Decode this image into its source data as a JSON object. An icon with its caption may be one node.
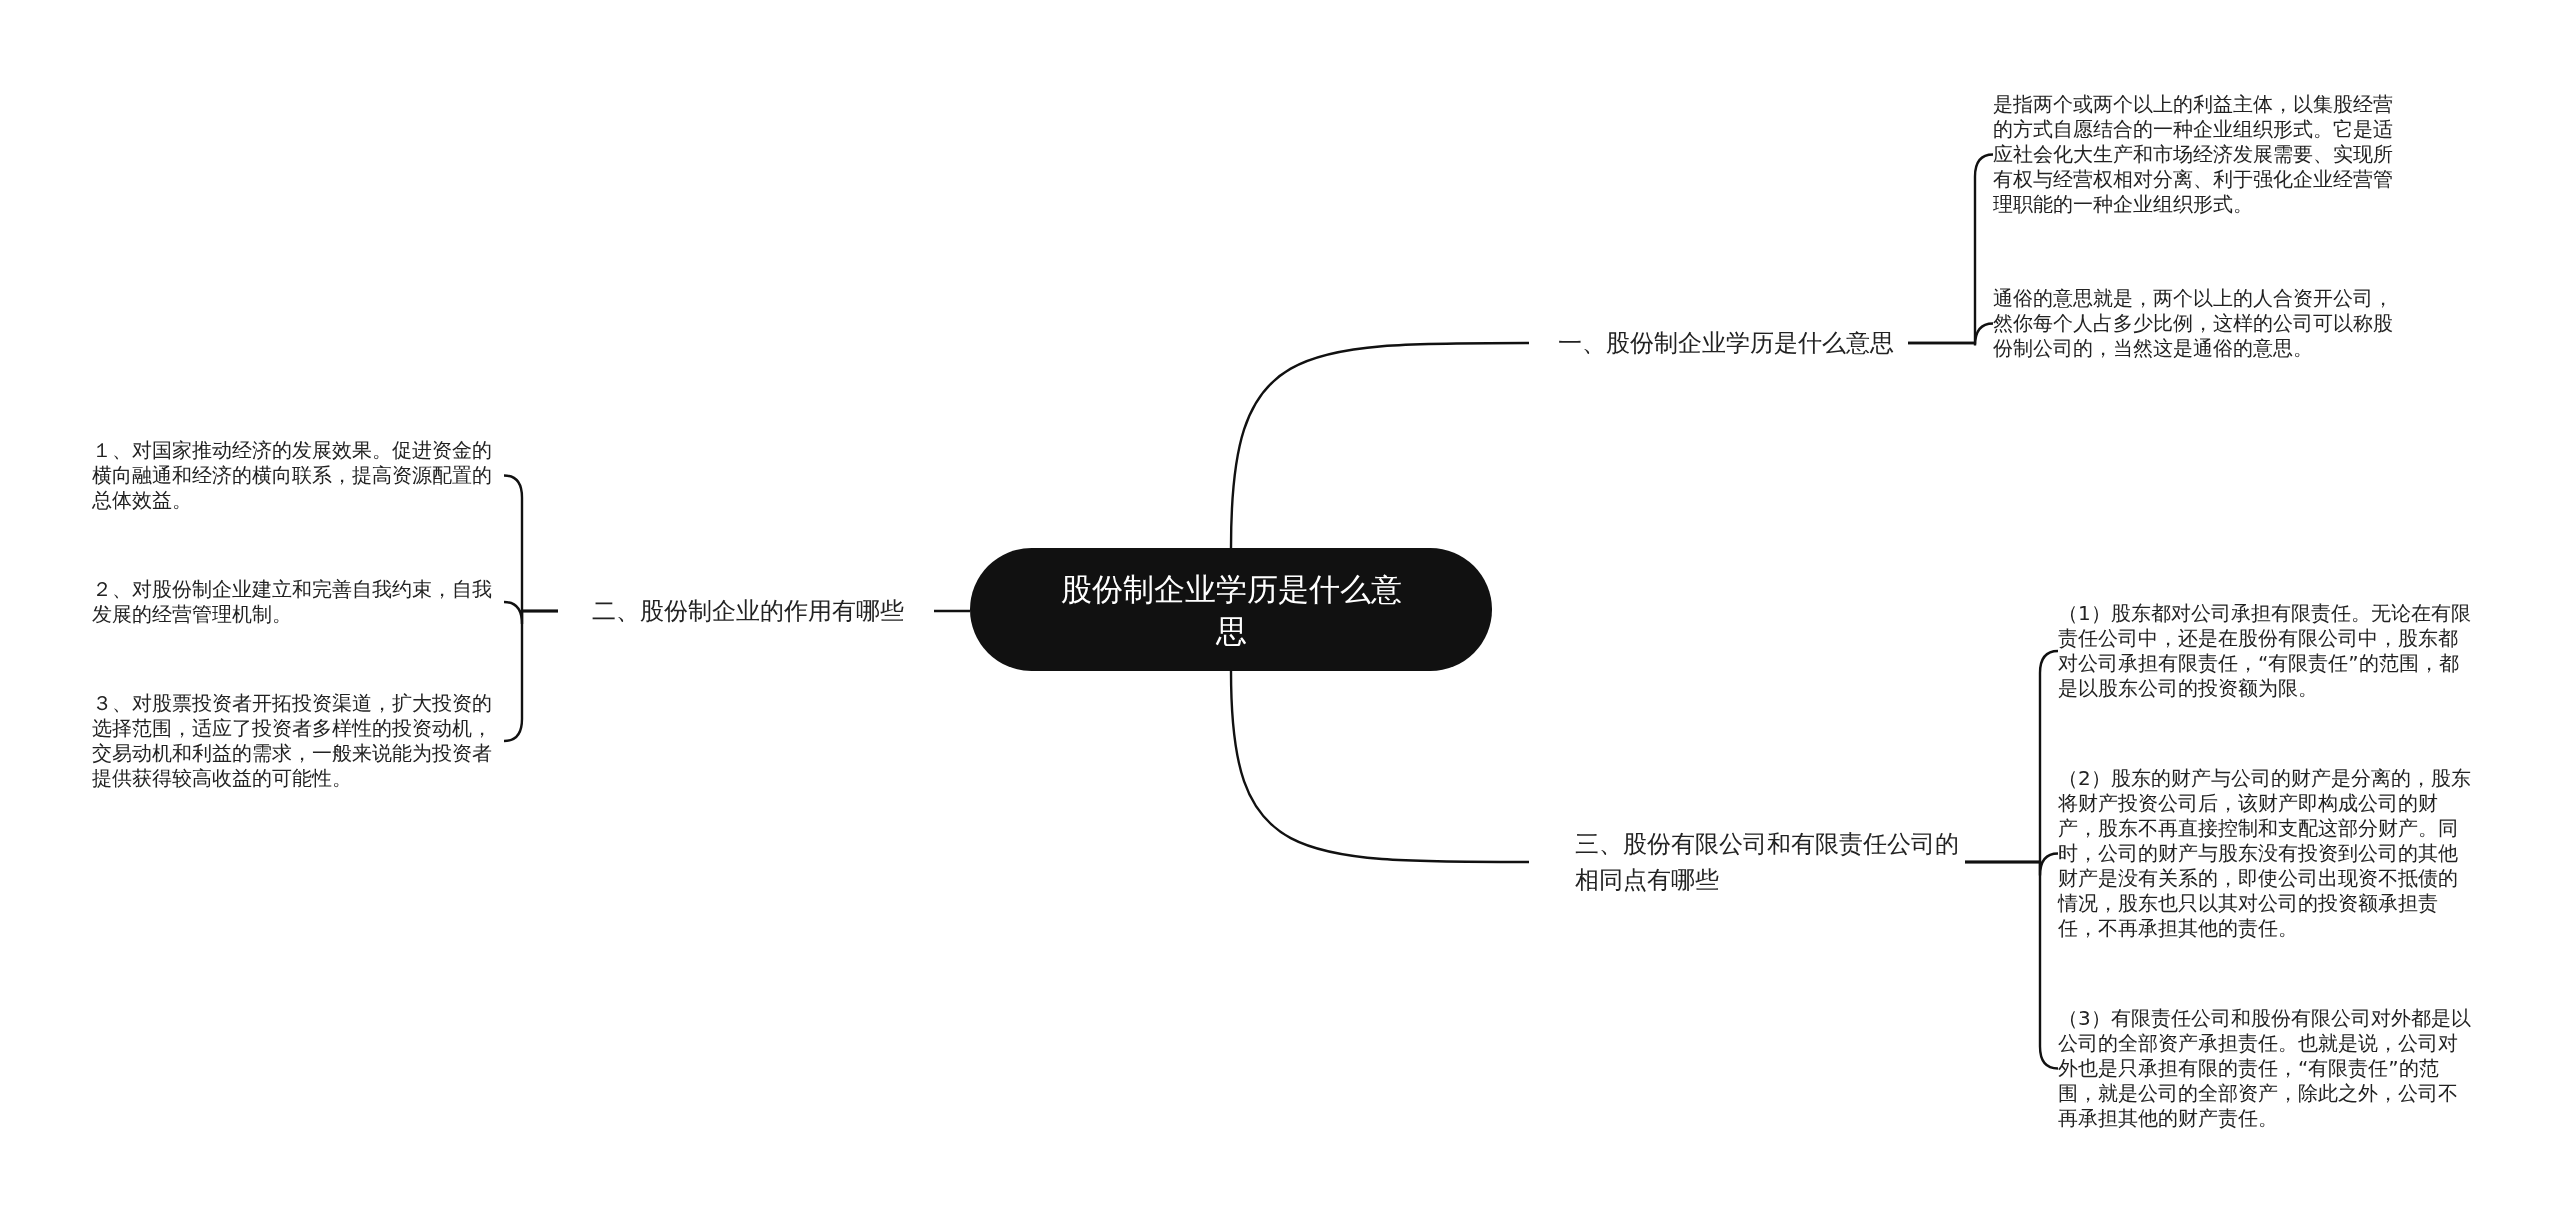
{
  "diagram": {
    "nodes": [
      {
        "text": [
          "股份制企业学历是什么意思"
        ]
      },
      {
        "text": [
          "一、股份制企业学历是什么意思"
        ]
      },
      {
        "text": [
          "是指两个或两个以上的利益主体，以集股经营的方式自愿结合的一种企业组织形式。它是适应社会化大生产和市场经济发展需要、实现所有权与经营权相对分离、利于强化企业经营管理职能的一种企业组织形式。"
        ]
      },
      {
        "text": [
          "通俗的意思就是，两个以上的人合资开公司，然你每个人占多少比例，这样的公司可以称股份制公司的，当然这是通俗的意思。"
        ]
      },
      {
        "text": [
          "二、股份制企业的作用有哪些"
        ]
      },
      {
        "text": [
          "１、对国家推动经济的发展效果。促进资金的横向融通和经济的横向联系，提高资源配置的总体效益。"
        ]
      },
      {
        "text": [
          "２、对股份制企业建立和完善自我约束，自我发展的经营管理机制。"
        ]
      },
      {
        "text": [
          "３、对股票投资者开拓投资渠道，扩大投资的选择范围，适应了投资者多样性的投资动机，交易动机和利益的需求，一般来说能为投资者提供获得较高收益的可能性。"
        ]
      },
      {
        "text": [
          "三、股份有限公司和有限责任公司的相同点有哪些"
        ]
      },
      {
        "text": [
          "（1）股东都对公司承担有限责任。无论在有限责任公司中，还是在股份有限公司中，股东都对公司承担有限责任，“有限责任”的范围，都是以股东公司的投资额为限。"
        ]
      },
      {
        "text": [
          "（2）股东的财产与公司的财产是分离的，股东将财产投资公司后，该财产即构成公司的财产，股东不再直接控制和支配这部分财产。同时，公司的财产与股东没有投资到公司的其他财产是没有关系的，即使公司出现资不抵债的情况，股东也只以其对公司的投资额承担责任，不再承担其他的责任。"
        ]
      },
      {
        "text": [
          "（3）有限责任公司和股份有限公司对外都是以公司的全部资产承担责任。也就是说，公司对外也是只承担有限的责任，“有限责任”的范围，就是公司的全部资产，除此之外，公司不再承担其他的财产责任。"
        ]
      }
    ],
    "edges": [
      {
        "from": 0,
        "to": 1,
        "arrow": "none"
      },
      {
        "from": 1,
        "to": 2,
        "arrow": "none"
      },
      {
        "from": 1,
        "to": 3,
        "arrow": "none"
      },
      {
        "from": 0,
        "to": 4,
        "arrow": "none"
      },
      {
        "from": 4,
        "to": 5,
        "arrow": "none"
      },
      {
        "from": 4,
        "to": 6,
        "arrow": "none"
      },
      {
        "from": 4,
        "to": 7,
        "arrow": "none"
      },
      {
        "from": 0,
        "to": 8,
        "arrow": "none"
      },
      {
        "from": 8,
        "to": 9,
        "arrow": "none"
      },
      {
        "from": 8,
        "to": 10,
        "arrow": "none"
      },
      {
        "from": 8,
        "to": 11,
        "arrow": "none"
      }
    ]
  }
}
